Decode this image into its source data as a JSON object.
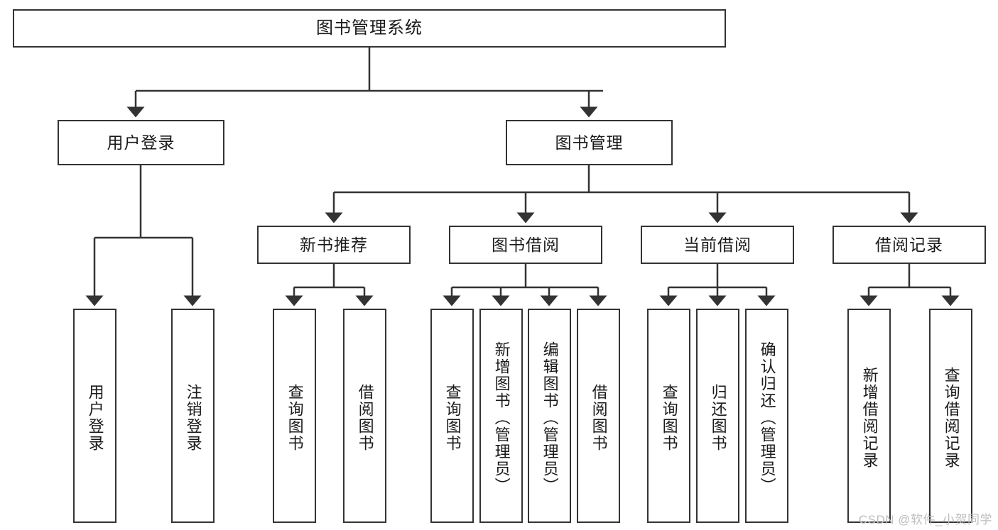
{
  "diagram": {
    "type": "tree",
    "title": "图书管理系统",
    "root": {
      "label": "图书管理系统"
    },
    "level2": [
      {
        "label": "用户登录"
      },
      {
        "label": "图书管理"
      }
    ],
    "level3": [
      {
        "label": "新书推荐"
      },
      {
        "label": "图书借阅"
      },
      {
        "label": "当前借阅"
      },
      {
        "label": "借阅记录"
      }
    ],
    "leaves": {
      "user_login": [
        {
          "label": "用户登录"
        },
        {
          "label": "注销登录"
        }
      ],
      "new_book_recommend": [
        {
          "label": "查询图书"
        },
        {
          "label": "借阅图书"
        }
      ],
      "book_borrow": [
        {
          "label": "查询图书"
        },
        {
          "label": "新增图书（管理员）"
        },
        {
          "label": "编辑图书（管理员）"
        },
        {
          "label": "借阅图书"
        }
      ],
      "current_borrow": [
        {
          "label": "查询图书"
        },
        {
          "label": "归还图书"
        },
        {
          "label": "确认归还（管理员）"
        }
      ],
      "borrow_record": [
        {
          "label": "新增借阅记录"
        },
        {
          "label": "查询借阅记录"
        }
      ]
    }
  },
  "watermark": {
    "text": "CSDN @软件_小贺同学"
  },
  "colors": {
    "border": "#333333",
    "background": "#ffffff",
    "text": "#1a1a1a",
    "watermark": "#bdbdbd"
  }
}
